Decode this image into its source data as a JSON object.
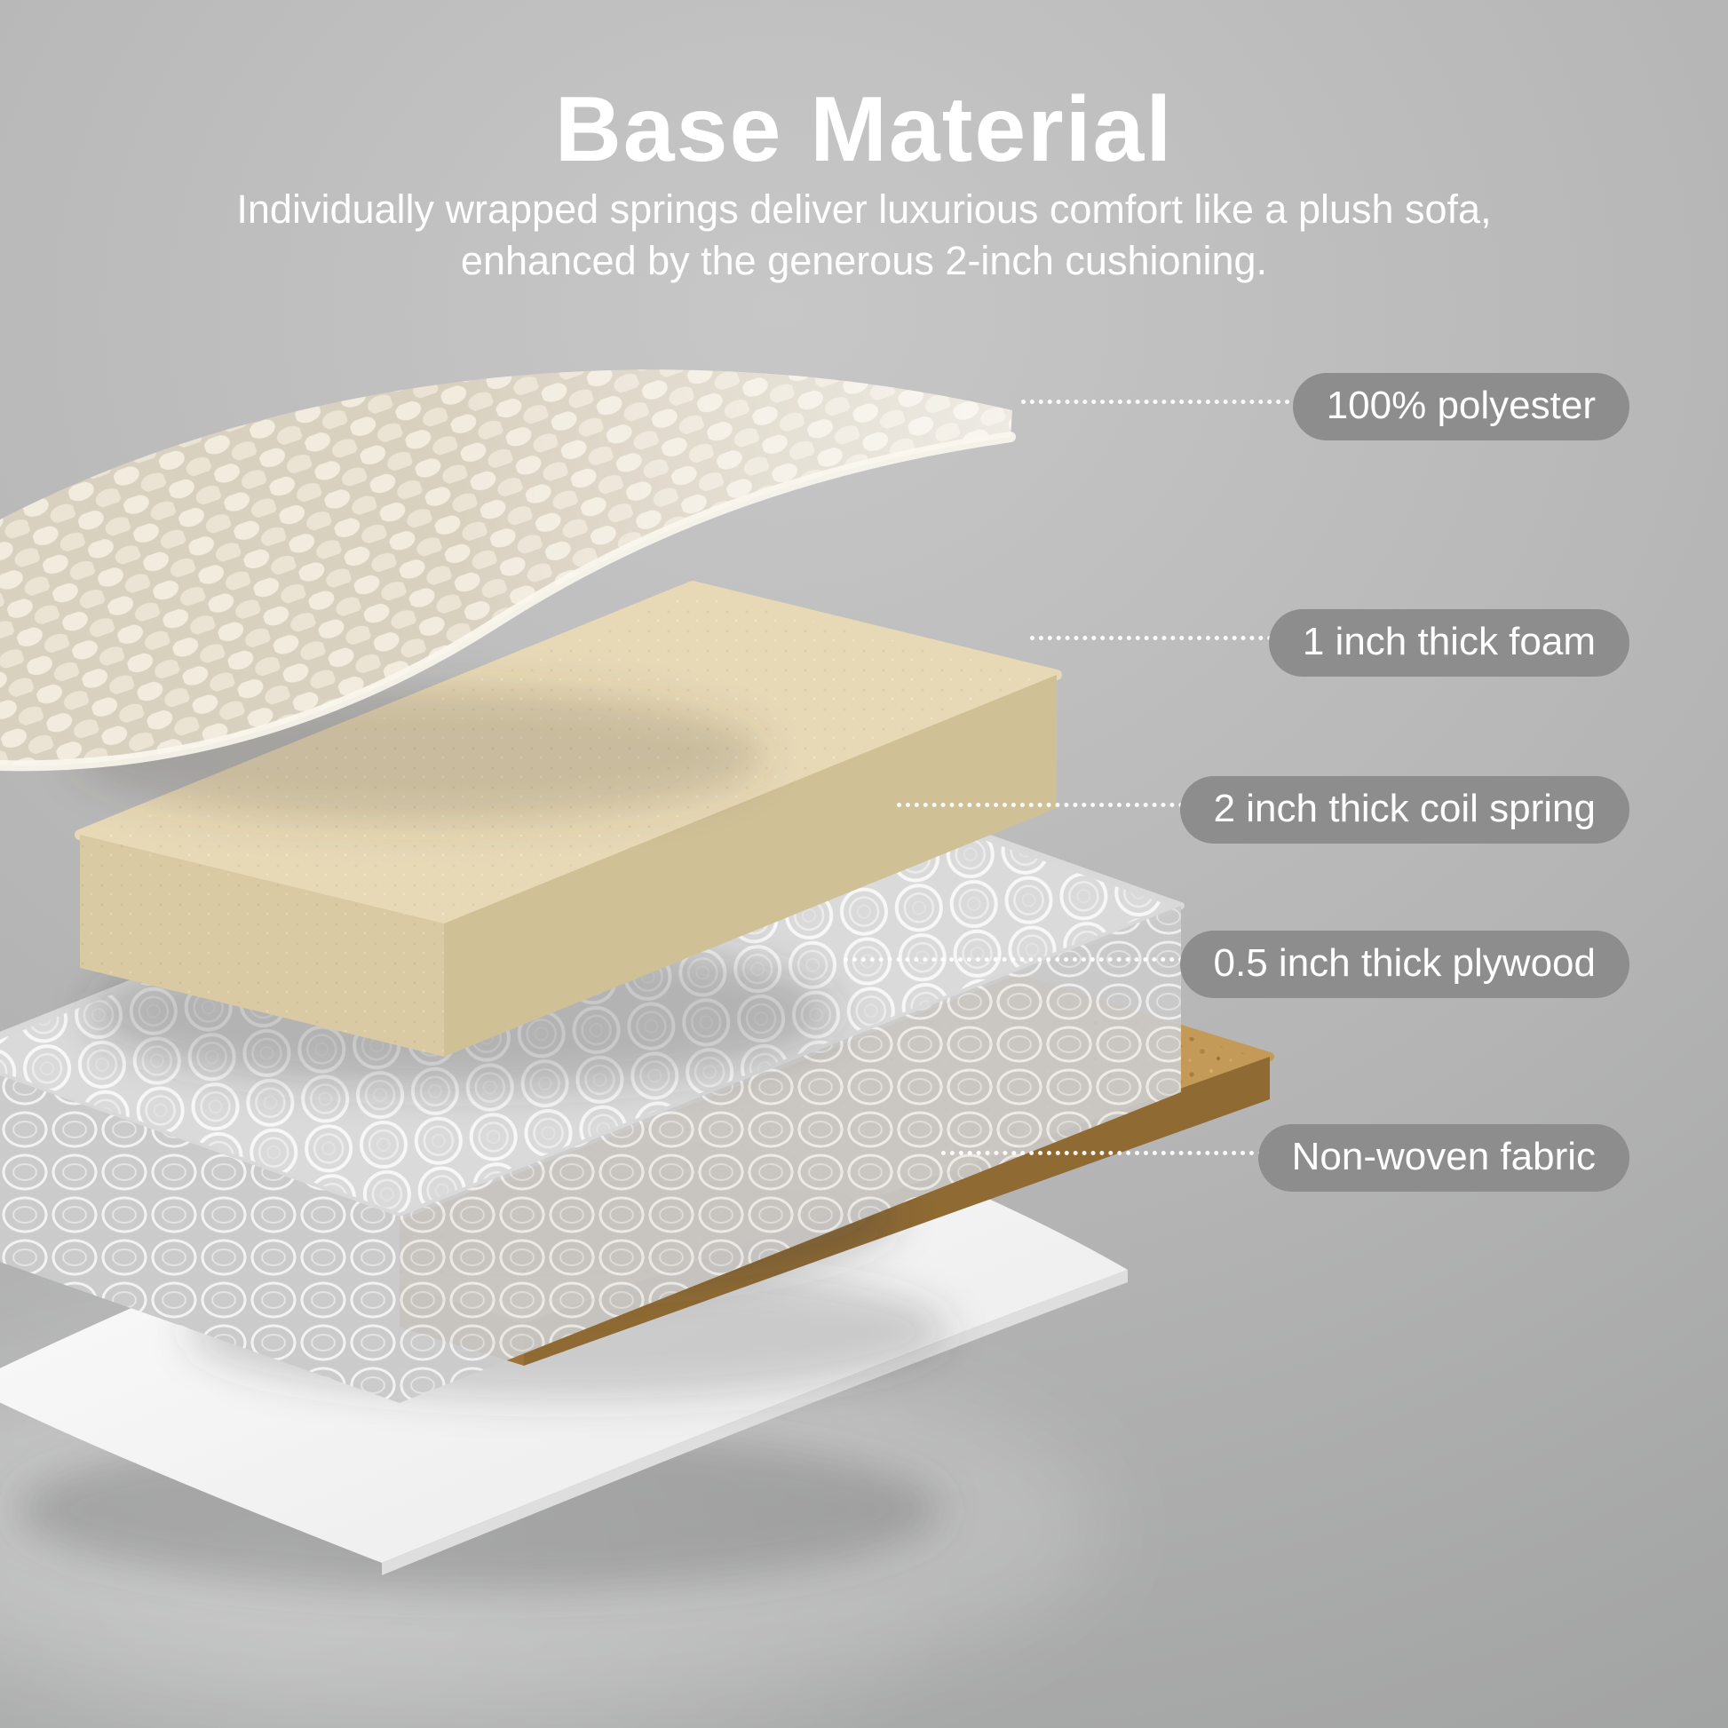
{
  "header": {
    "title": "Base Material",
    "subtitle_line1": "Individually wrapped springs deliver luxurious comfort like a plush sofa,",
    "subtitle_line2": "enhanced by the generous 2-inch cushioning."
  },
  "layers": [
    {
      "id": "polyester",
      "label": "100% polyester"
    },
    {
      "id": "foam",
      "label": "1 inch thick foam"
    },
    {
      "id": "coil-spring",
      "label": "2 inch thick coil spring"
    },
    {
      "id": "plywood",
      "label": "0.5 inch thick plywood"
    },
    {
      "id": "non-woven-fabric",
      "label": "Non-woven fabric"
    }
  ],
  "colors": {
    "pill_bg": "#8d8d8d",
    "pill_text": "#ffffff",
    "title_text": "#ffffff",
    "connector": "#ffffff",
    "polyester": "#efe8da",
    "foam": "#e6d8b6",
    "coil": "#d7d7d7",
    "plywood": "#c49a58",
    "fabric": "#f7f7f7"
  }
}
